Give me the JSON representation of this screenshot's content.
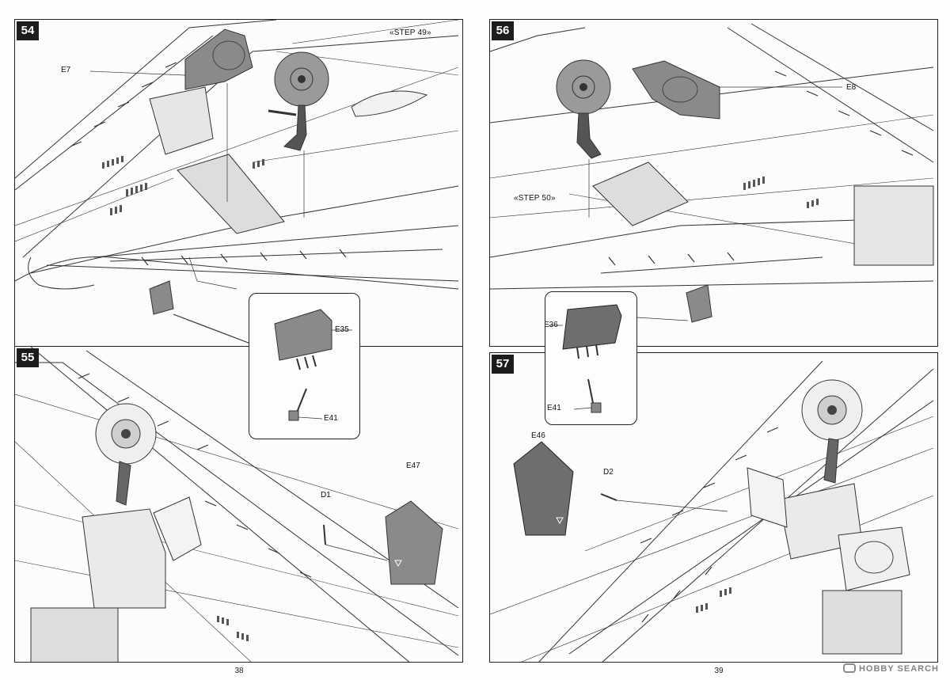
{
  "pages": {
    "left": {
      "number": "38"
    },
    "right": {
      "number": "39"
    }
  },
  "steps": {
    "s54": {
      "number": "54",
      "labels": {
        "e7": "E7",
        "ref": "«STEP 49»"
      }
    },
    "s55": {
      "number": "55",
      "labels": {
        "d1": "D1",
        "e47": "E47"
      }
    },
    "s56": {
      "number": "56",
      "labels": {
        "e8": "E8",
        "ref": "«STEP 50»"
      }
    },
    "s57": {
      "number": "57",
      "labels": {
        "e46": "E46",
        "d2": "D2"
      }
    }
  },
  "callouts": {
    "left": {
      "part_main": "E35",
      "part_sub": "E41"
    },
    "right": {
      "part_main": "E36",
      "part_sub": "E41"
    }
  },
  "watermark": {
    "text": "HOBBY SEARCH"
  },
  "colors": {
    "line": "#333333",
    "part_fill": "#8a8a8a",
    "part_fill_dark": "#6e6e6e",
    "paper": "#fcfcfc"
  }
}
